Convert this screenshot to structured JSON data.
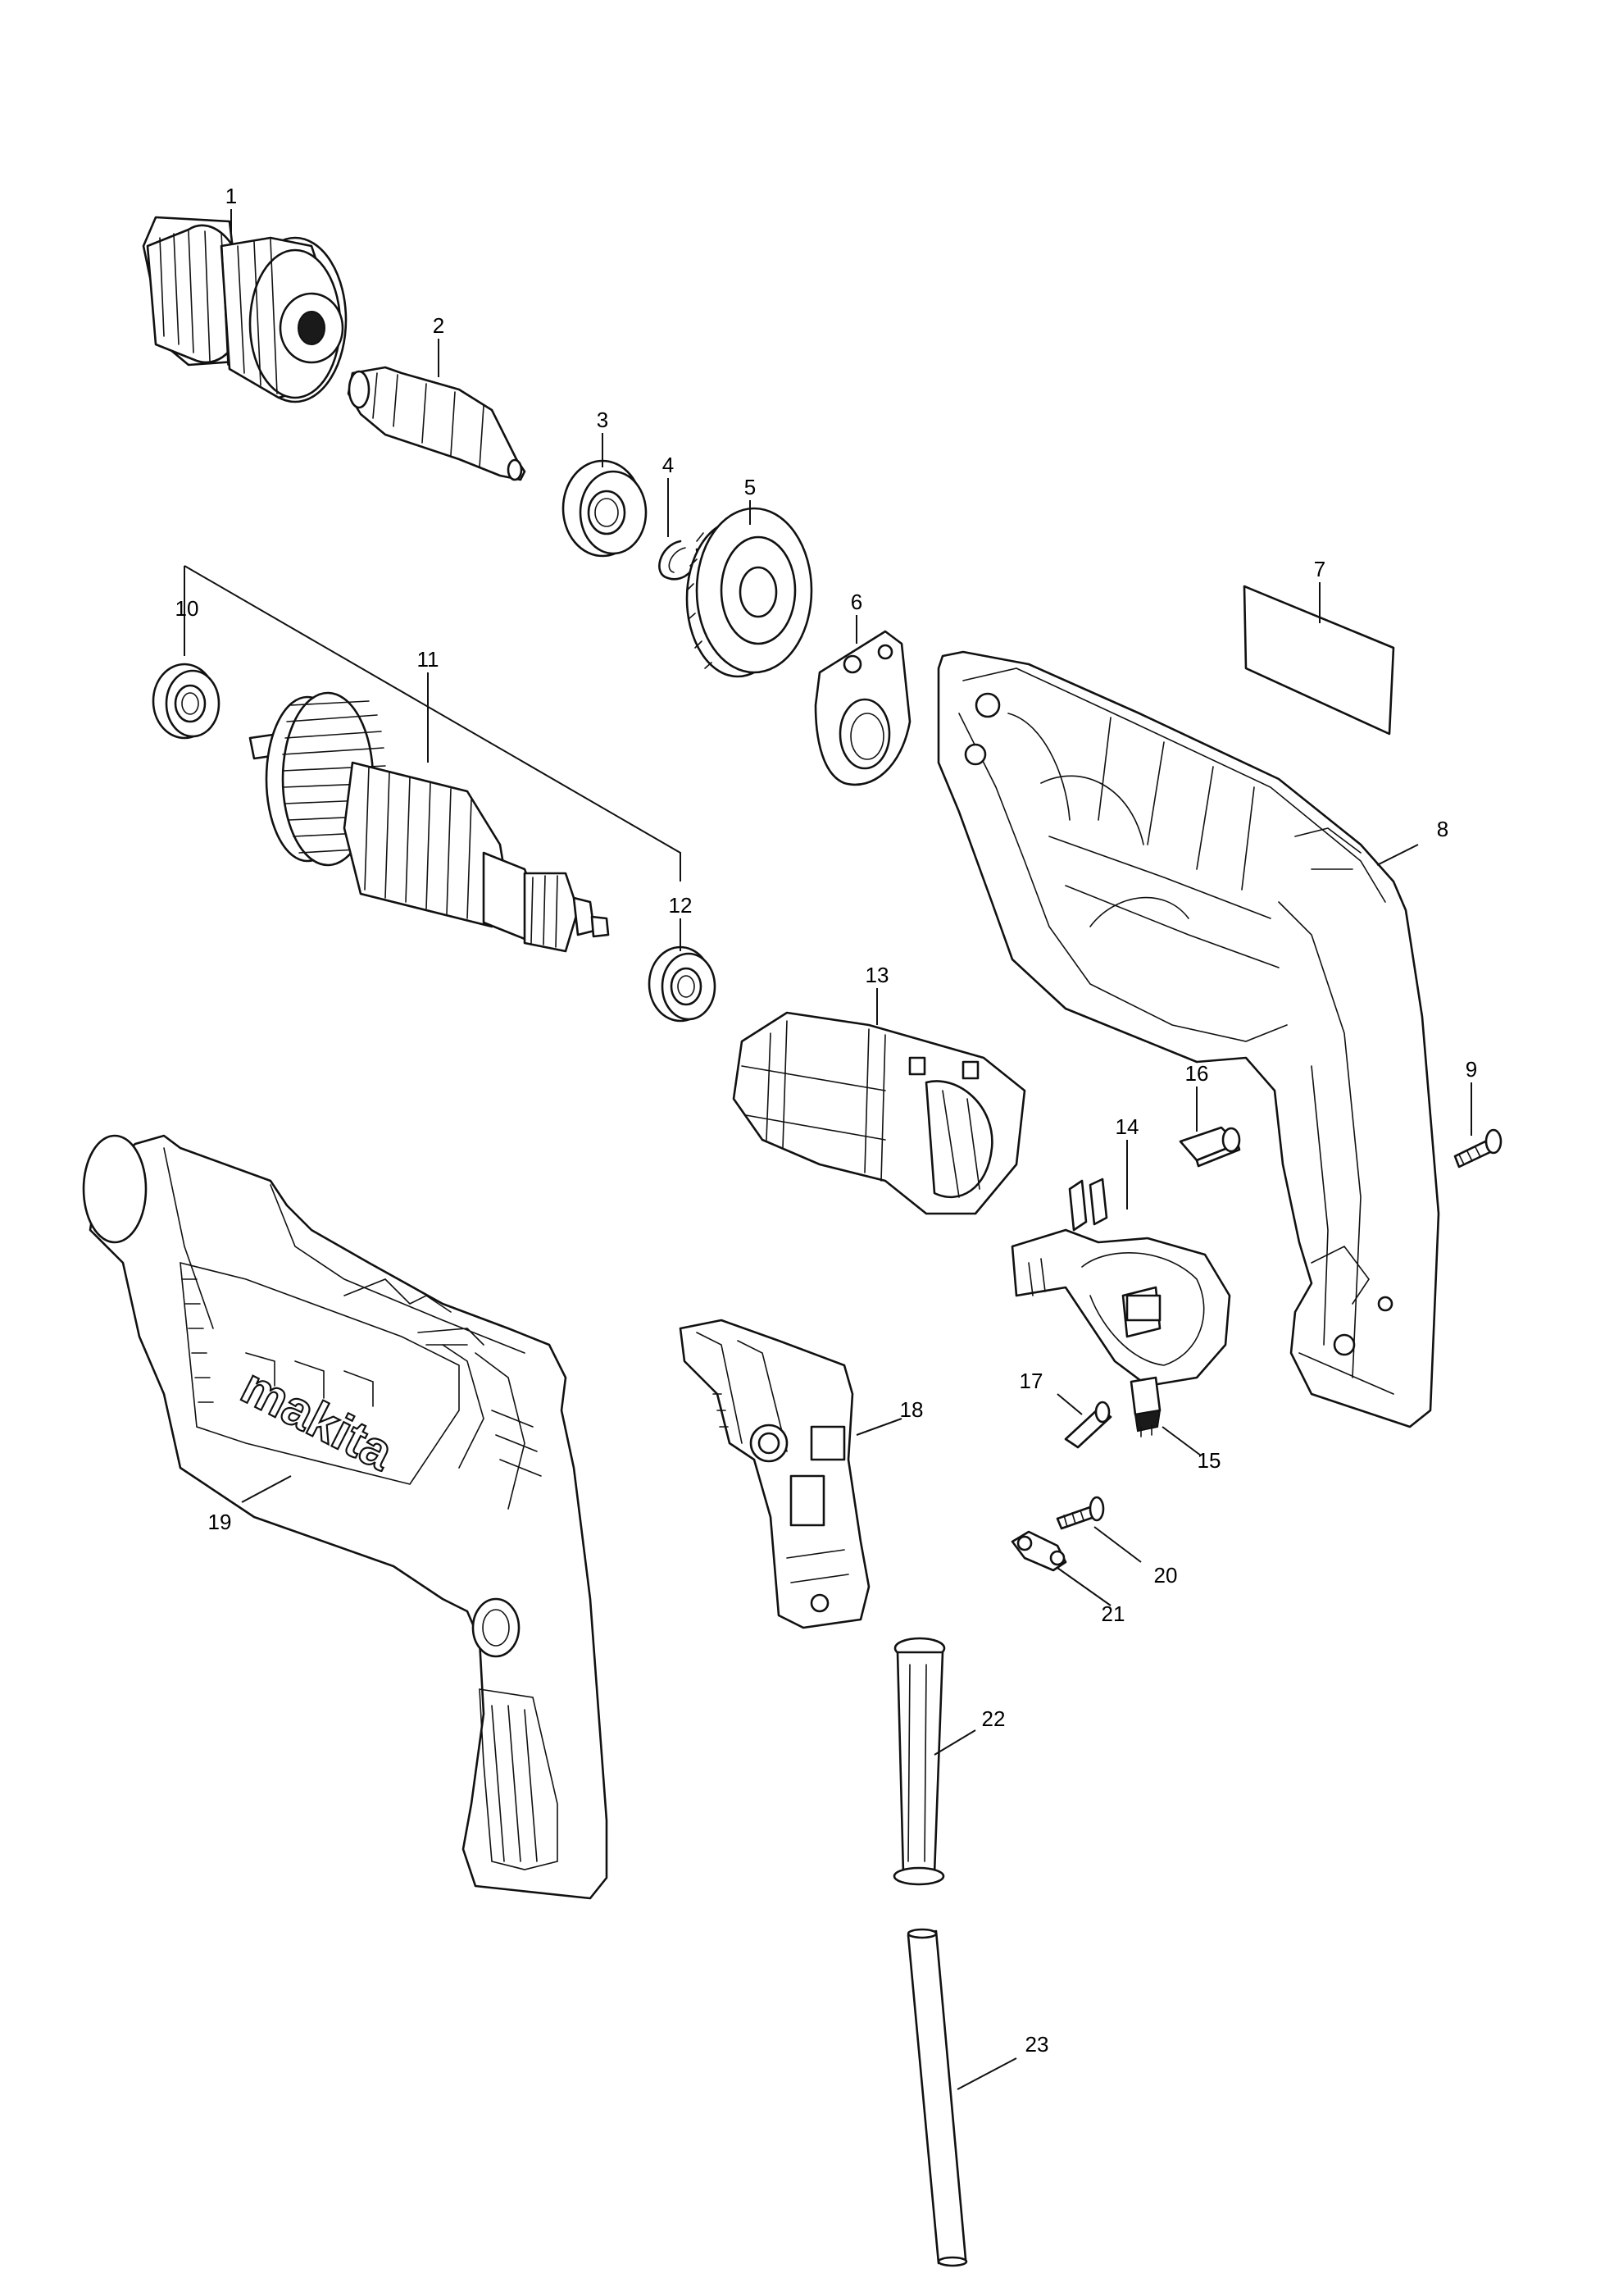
{
  "labels": {
    "p1": "1",
    "p2": "2",
    "p3": "3",
    "p4": "4",
    "p5": "5",
    "p6": "6",
    "p7": "7",
    "p8": "8",
    "p9": "9",
    "p10": "10",
    "p11": "11",
    "p12": "12",
    "p13": "13",
    "p14": "14",
    "p15": "15",
    "p16": "16",
    "p17": "17",
    "p18": "18",
    "p19": "19",
    "p20": "20",
    "p21": "21",
    "p22": "22",
    "p23": "23"
  },
  "logo_text": "makita"
}
